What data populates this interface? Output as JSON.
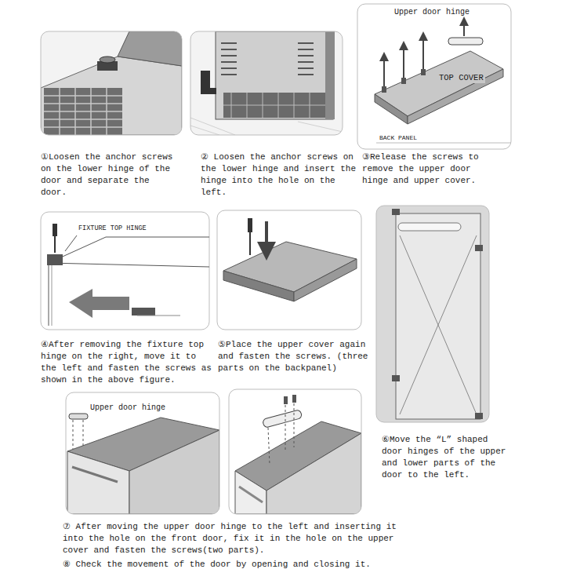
{
  "diagram": {
    "labels": [
      "①Loosen the anchor screws on the lower hinge of the door and separate the door.",
      "② Loosen the anchor screws on the lower hinge and insert the hinge into the hole on the left.",
      "Upper door hinge",
      "TOP COVER",
      "BACK PANEL",
      "③Release the screws to remove the upper door hinge and upper cover.",
      "FIXTURE TOP HINGE",
      "④After removing the fixture top hinge on the right, move it to the left and fasten the screws as shown in the above figure.",
      "⑤Place the upper cover again and fasten the screws. (three parts on the backpanel)",
      "⑥Move the “L” shaped door hinges of the upper and lower parts of the door to the left.",
      "Upper door hinge",
      "⑦ After moving the upper door hinge to the left and inserting it into the hole on the front door, fix it in the hole on the upper cover and fasten the screws(two parts).",
      "⑧ Check the movement of the door by opening and closing it."
    ]
  }
}
